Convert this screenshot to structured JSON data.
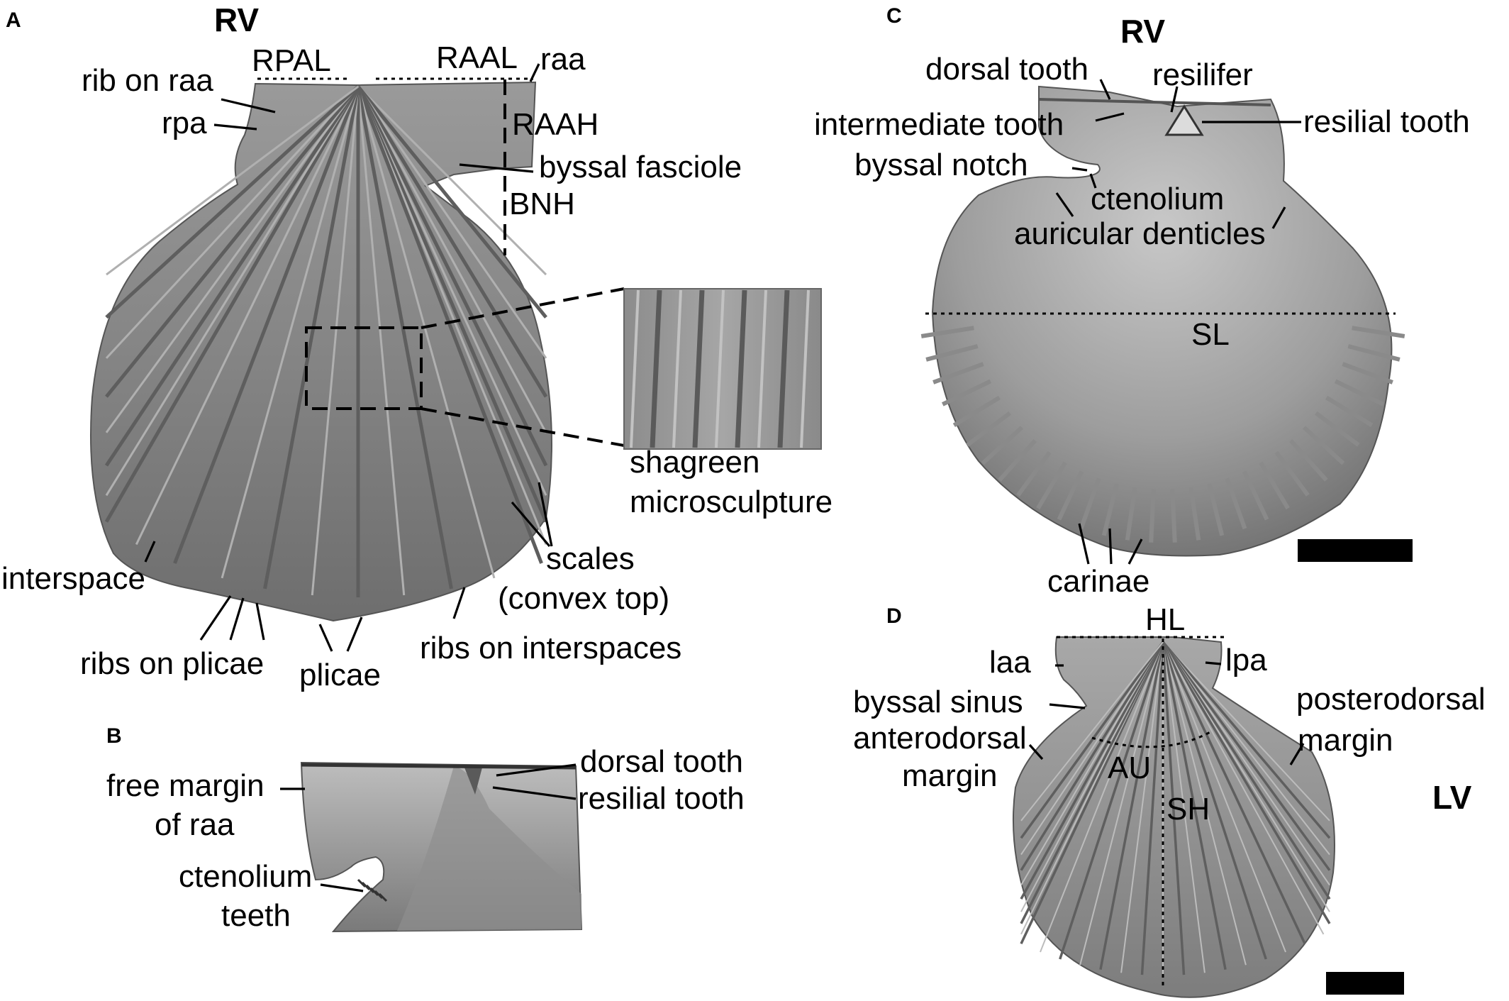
{
  "panels": {
    "a": {
      "letter": "A",
      "view": "RV",
      "labels": {
        "rpal": "RPAL",
        "raal": "RAAL",
        "raa": "raa",
        "rib_on_raa": "rib on raa",
        "rpa": "rpa",
        "raah": "RAAH",
        "byssal_fasciole": "byssal fasciole",
        "bnh": "BNH",
        "shagreen": "shagreen",
        "microsculpture": "microsculpture",
        "scales": "scales",
        "convex_top": "(convex top)",
        "interspace": "interspace",
        "ribs_on_plicae": "ribs on plicae",
        "plicae": "plicae",
        "ribs_on_interspaces": "ribs on interspaces"
      }
    },
    "b": {
      "letter": "B",
      "labels": {
        "free_margin": "free margin",
        "of_raa": "of raa",
        "dorsal_tooth": "dorsal tooth",
        "resilial_tooth": "resilial tooth",
        "ctenolium": "ctenolium",
        "teeth": "teeth"
      }
    },
    "c": {
      "letter": "C",
      "view": "RV",
      "labels": {
        "dorsal_tooth": "dorsal tooth",
        "resilifer": "resilifer",
        "intermediate_tooth": "intermediate tooth",
        "resilial_tooth": "resilial tooth",
        "byssal_notch": "byssal notch",
        "ctenolium": "ctenolium",
        "auricular_denticles": "auricular denticles",
        "sl": "SL",
        "carinae": "carinae"
      }
    },
    "d": {
      "letter": "D",
      "view": "LV",
      "labels": {
        "hl": "HL",
        "laa": "laa",
        "lpa": "lpa",
        "byssal_sinus": "byssal sinus",
        "anterodorsal": "anterodorsal",
        "margin_left": "margin",
        "posterodorsal": "posterodorsal",
        "margin_right": "margin",
        "au": "AU",
        "sh": "SH"
      }
    }
  }
}
